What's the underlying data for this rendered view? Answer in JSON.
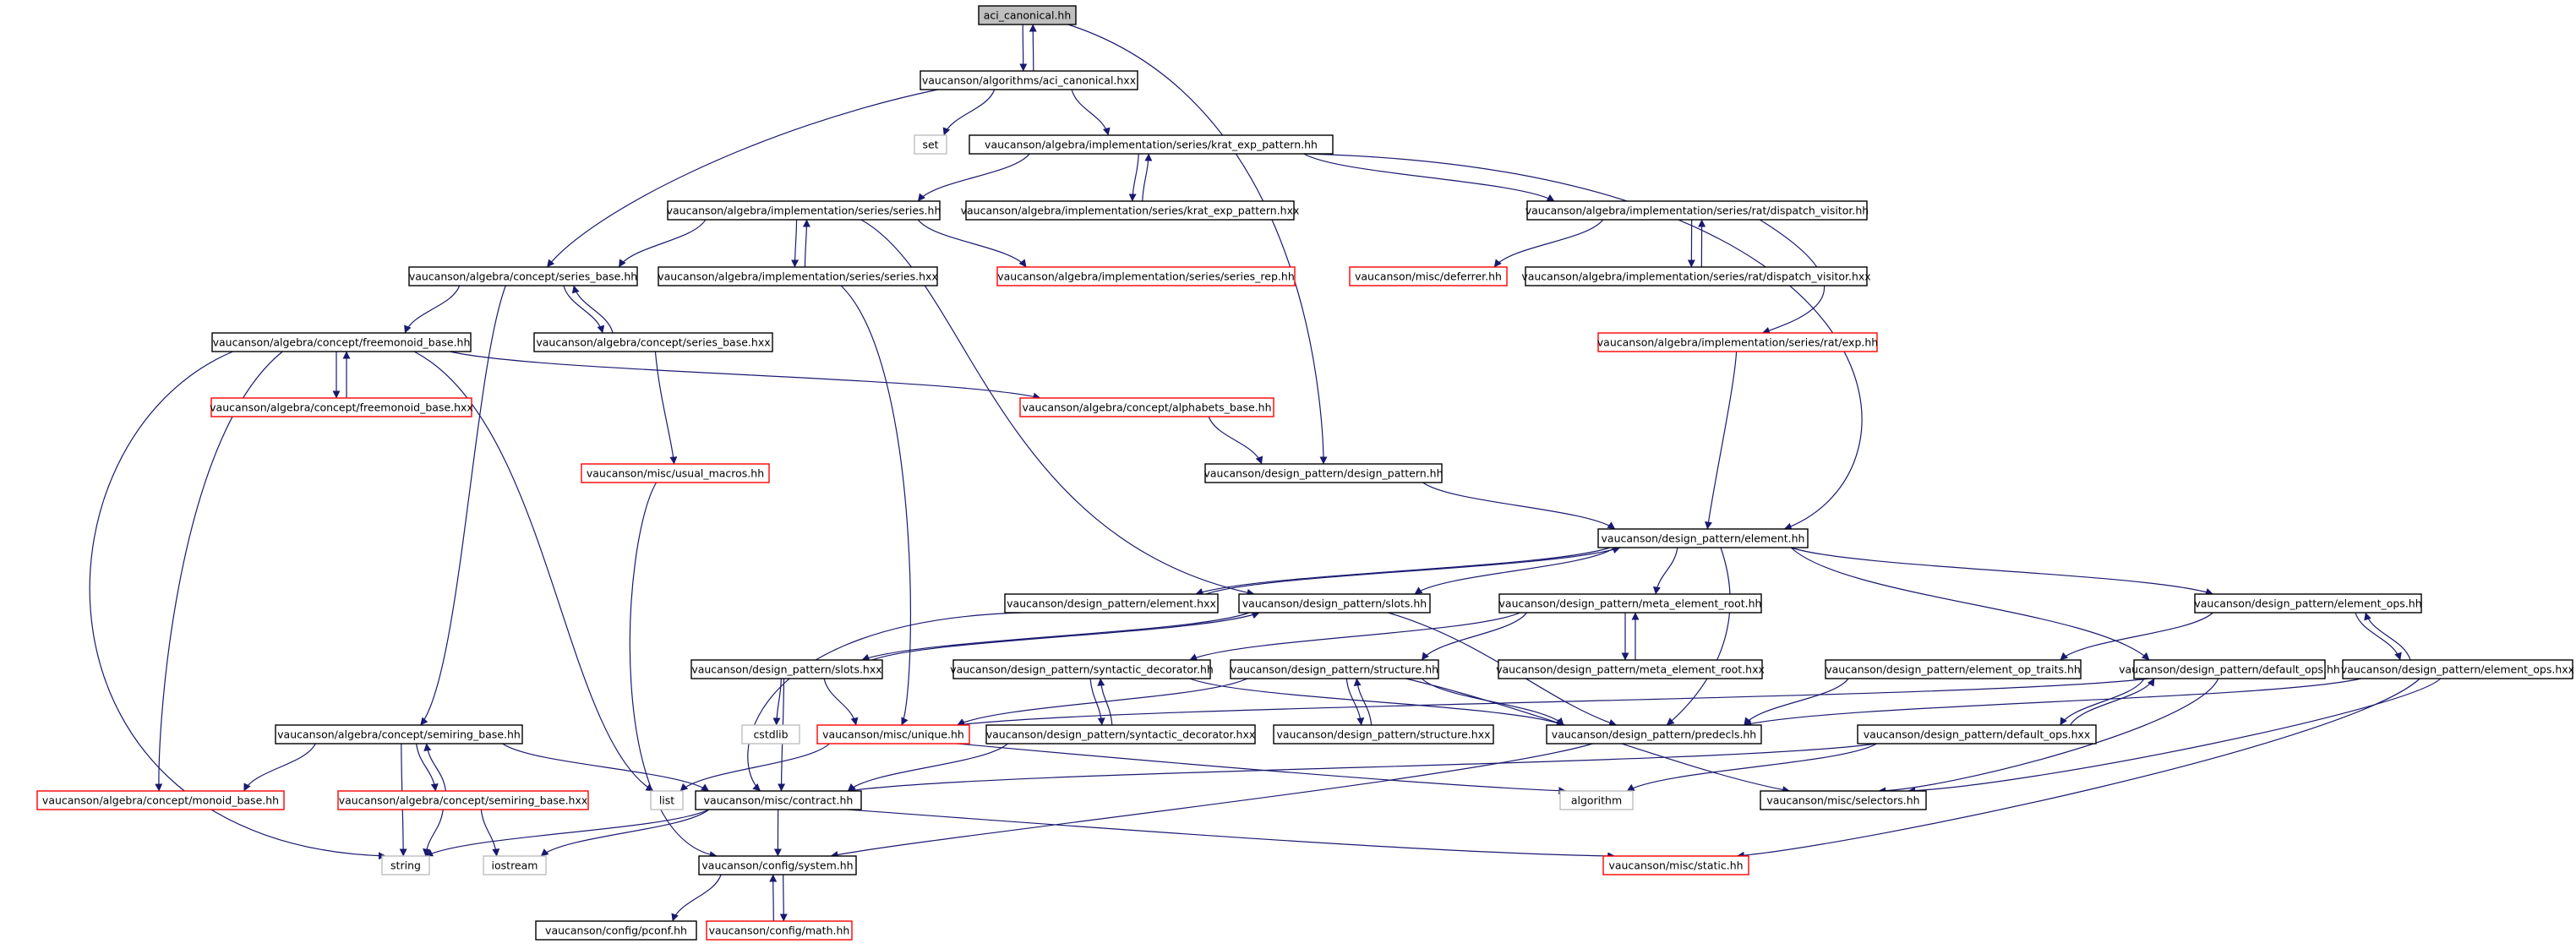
{
  "colors": {
    "edge": "#191970",
    "border_normal": "#000000",
    "border_external": "#bfbfbf",
    "border_truncated": "#ff0000",
    "fill_root": "#bfbfbf",
    "fill_default": "#ffffff"
  },
  "nodes": [
    {
      "id": "n_aci_hh",
      "label": "aci_canonical.hh",
      "kind": "root"
    },
    {
      "id": "n_aci_hxx",
      "label": "vaucanson/algorithms/aci_canonical.hxx",
      "kind": "normal"
    },
    {
      "id": "n_set",
      "label": "set",
      "kind": "external"
    },
    {
      "id": "n_krat_hh",
      "label": "vaucanson/algebra/implementation/series/krat_exp_pattern.hh",
      "kind": "normal"
    },
    {
      "id": "n_series_hh",
      "label": "vaucanson/algebra/implementation/series/series.hh",
      "kind": "normal"
    },
    {
      "id": "n_krat_hxx",
      "label": "vaucanson/algebra/implementation/series/krat_exp_pattern.hxx",
      "kind": "normal"
    },
    {
      "id": "n_dispatch_hh",
      "label": "vaucanson/algebra/implementation/series/rat/dispatch_visitor.hh",
      "kind": "normal"
    },
    {
      "id": "n_seriesbase_hh",
      "label": "vaucanson/algebra/concept/series_base.hh",
      "kind": "normal"
    },
    {
      "id": "n_series_hxx",
      "label": "vaucanson/algebra/implementation/series/series.hxx",
      "kind": "normal"
    },
    {
      "id": "n_series_rep",
      "label": "vaucanson/algebra/implementation/series/series_rep.hh",
      "kind": "truncated"
    },
    {
      "id": "n_deferrer",
      "label": "vaucanson/misc/deferrer.hh",
      "kind": "truncated"
    },
    {
      "id": "n_dispatch_hxx",
      "label": "vaucanson/algebra/implementation/series/rat/dispatch_visitor.hxx",
      "kind": "normal"
    },
    {
      "id": "n_freemonoid_hh",
      "label": "vaucanson/algebra/concept/freemonoid_base.hh",
      "kind": "normal"
    },
    {
      "id": "n_seriesbase_hxx",
      "label": "vaucanson/algebra/concept/series_base.hxx",
      "kind": "normal"
    },
    {
      "id": "n_exp_hh",
      "label": "vaucanson/algebra/implementation/series/rat/exp.hh",
      "kind": "truncated"
    },
    {
      "id": "n_freemonoid_hxx",
      "label": "vaucanson/algebra/concept/freemonoid_base.hxx",
      "kind": "truncated"
    },
    {
      "id": "n_alphabets",
      "label": "vaucanson/algebra/concept/alphabets_base.hh",
      "kind": "truncated"
    },
    {
      "id": "n_usual_macros",
      "label": "vaucanson/misc/usual_macros.hh",
      "kind": "truncated"
    },
    {
      "id": "n_design_pattern",
      "label": "vaucanson/design_pattern/design_pattern.hh",
      "kind": "normal"
    },
    {
      "id": "n_element_hh",
      "label": "vaucanson/design_pattern/element.hh",
      "kind": "normal"
    },
    {
      "id": "n_element_hxx",
      "label": "vaucanson/design_pattern/element.hxx",
      "kind": "normal"
    },
    {
      "id": "n_slots_hh",
      "label": "vaucanson/design_pattern/slots.hh",
      "kind": "normal"
    },
    {
      "id": "n_meta_root_hh",
      "label": "vaucanson/design_pattern/meta_element_root.hh",
      "kind": "normal"
    },
    {
      "id": "n_element_ops_hh",
      "label": "vaucanson/design_pattern/element_ops.hh",
      "kind": "normal"
    },
    {
      "id": "n_slots_hxx",
      "label": "vaucanson/design_pattern/slots.hxx",
      "kind": "normal"
    },
    {
      "id": "n_syntactic_hh",
      "label": "vaucanson/design_pattern/syntactic_decorator.hh",
      "kind": "normal"
    },
    {
      "id": "n_structure_hh",
      "label": "vaucanson/design_pattern/structure.hh",
      "kind": "normal"
    },
    {
      "id": "n_meta_root_hxx",
      "label": "vaucanson/design_pattern/meta_element_root.hxx",
      "kind": "normal"
    },
    {
      "id": "n_element_op_traits",
      "label": "vaucanson/design_pattern/element_op_traits.hh",
      "kind": "normal"
    },
    {
      "id": "n_default_ops_hh",
      "label": "vaucanson/design_pattern/default_ops.hh",
      "kind": "normal"
    },
    {
      "id": "n_element_ops_hxx",
      "label": "vaucanson/design_pattern/element_ops.hxx",
      "kind": "normal"
    },
    {
      "id": "n_cstdlib",
      "label": "cstdlib",
      "kind": "external"
    },
    {
      "id": "n_semiring_hh",
      "label": "vaucanson/algebra/concept/semiring_base.hh",
      "kind": "normal"
    },
    {
      "id": "n_unique",
      "label": "vaucanson/misc/unique.hh",
      "kind": "truncated"
    },
    {
      "id": "n_syntactic_hxx",
      "label": "vaucanson/design_pattern/syntactic_decorator.hxx",
      "kind": "normal"
    },
    {
      "id": "n_structure_hxx",
      "label": "vaucanson/design_pattern/structure.hxx",
      "kind": "normal"
    },
    {
      "id": "n_predecls",
      "label": "vaucanson/design_pattern/predecls.hh",
      "kind": "normal"
    },
    {
      "id": "n_default_ops_hxx",
      "label": "vaucanson/design_pattern/default_ops.hxx",
      "kind": "normal"
    },
    {
      "id": "n_monoid_base",
      "label": "vaucanson/algebra/concept/monoid_base.hh",
      "kind": "truncated"
    },
    {
      "id": "n_semiring_hxx",
      "label": "vaucanson/algebra/concept/semiring_base.hxx",
      "kind": "truncated"
    },
    {
      "id": "n_list",
      "label": "list",
      "kind": "external"
    },
    {
      "id": "n_contract",
      "label": "vaucanson/misc/contract.hh",
      "kind": "normal"
    },
    {
      "id": "n_algorithm",
      "label": "algorithm",
      "kind": "external"
    },
    {
      "id": "n_selectors",
      "label": "vaucanson/misc/selectors.hh",
      "kind": "normal"
    },
    {
      "id": "n_string",
      "label": "string",
      "kind": "external"
    },
    {
      "id": "n_iostream",
      "label": "iostream",
      "kind": "external"
    },
    {
      "id": "n_system",
      "label": "vaucanson/config/system.hh",
      "kind": "normal"
    },
    {
      "id": "n_static",
      "label": "vaucanson/misc/static.hh",
      "kind": "truncated"
    },
    {
      "id": "n_pconf",
      "label": "vaucanson/config/pconf.hh",
      "kind": "normal"
    },
    {
      "id": "n_math",
      "label": "vaucanson/config/math.hh",
      "kind": "truncated"
    }
  ],
  "edges": [
    [
      "n_aci_hh",
      "n_aci_hxx"
    ],
    [
      "n_aci_hxx",
      "n_aci_hh"
    ],
    [
      "n_aci_hh",
      "n_design_pattern"
    ],
    [
      "n_aci_hxx",
      "n_set"
    ],
    [
      "n_aci_hxx",
      "n_krat_hh"
    ],
    [
      "n_aci_hxx",
      "n_seriesbase_hh"
    ],
    [
      "n_krat_hh",
      "n_series_hh"
    ],
    [
      "n_krat_hh",
      "n_krat_hxx"
    ],
    [
      "n_krat_hxx",
      "n_krat_hh"
    ],
    [
      "n_krat_hh",
      "n_dispatch_hh"
    ],
    [
      "n_krat_hh",
      "n_element_hh"
    ],
    [
      "n_series_hh",
      "n_seriesbase_hh"
    ],
    [
      "n_series_hh",
      "n_series_hxx"
    ],
    [
      "n_series_hxx",
      "n_series_hh"
    ],
    [
      "n_series_hh",
      "n_series_rep"
    ],
    [
      "n_series_hh",
      "n_slots_hh"
    ],
    [
      "n_series_hxx",
      "n_unique"
    ],
    [
      "n_dispatch_hh",
      "n_deferrer"
    ],
    [
      "n_dispatch_hh",
      "n_dispatch_hxx"
    ],
    [
      "n_dispatch_hxx",
      "n_dispatch_hh"
    ],
    [
      "n_dispatch_hh",
      "n_exp_hh"
    ],
    [
      "n_exp_hh",
      "n_element_hh"
    ],
    [
      "n_seriesbase_hh",
      "n_freemonoid_hh"
    ],
    [
      "n_seriesbase_hh",
      "n_seriesbase_hxx"
    ],
    [
      "n_seriesbase_hxx",
      "n_seriesbase_hh"
    ],
    [
      "n_seriesbase_hh",
      "n_semiring_hh"
    ],
    [
      "n_seriesbase_hxx",
      "n_usual_macros"
    ],
    [
      "n_freemonoid_hh",
      "n_freemonoid_hxx"
    ],
    [
      "n_freemonoid_hxx",
      "n_freemonoid_hh"
    ],
    [
      "n_freemonoid_hh",
      "n_alphabets"
    ],
    [
      "n_freemonoid_hh",
      "n_monoid_base"
    ],
    [
      "n_freemonoid_hh",
      "n_string"
    ],
    [
      "n_freemonoid_hh",
      "n_list"
    ],
    [
      "n_alphabets",
      "n_design_pattern"
    ],
    [
      "n_design_pattern",
      "n_element_hh"
    ],
    [
      "n_usual_macros",
      "n_system"
    ],
    [
      "n_element_hh",
      "n_element_hxx"
    ],
    [
      "n_element_hxx",
      "n_element_hh"
    ],
    [
      "n_element_hh",
      "n_slots_hh"
    ],
    [
      "n_element_hh",
      "n_meta_root_hh"
    ],
    [
      "n_element_hh",
      "n_element_ops_hh"
    ],
    [
      "n_element_hh",
      "n_default_ops_hh"
    ],
    [
      "n_element_hh",
      "n_predecls"
    ],
    [
      "n_element_hxx",
      "n_contract"
    ],
    [
      "n_slots_hh",
      "n_slots_hxx"
    ],
    [
      "n_slots_hxx",
      "n_slots_hh"
    ],
    [
      "n_slots_hh",
      "n_predecls"
    ],
    [
      "n_slots_hxx",
      "n_cstdlib"
    ],
    [
      "n_slots_hxx",
      "n_unique"
    ],
    [
      "n_slots_hxx",
      "n_contract"
    ],
    [
      "n_meta_root_hh",
      "n_syntactic_hh"
    ],
    [
      "n_meta_root_hh",
      "n_structure_hh"
    ],
    [
      "n_meta_root_hh",
      "n_meta_root_hxx"
    ],
    [
      "n_meta_root_hxx",
      "n_meta_root_hh"
    ],
    [
      "n_element_ops_hh",
      "n_element_op_traits"
    ],
    [
      "n_element_ops_hh",
      "n_element_ops_hxx"
    ],
    [
      "n_element_ops_hxx",
      "n_element_ops_hh"
    ],
    [
      "n_element_ops_hxx",
      "n_selectors"
    ],
    [
      "n_element_ops_hxx",
      "n_static"
    ],
    [
      "n_element_ops_hxx",
      "n_predecls"
    ],
    [
      "n_syntactic_hh",
      "n_syntactic_hxx"
    ],
    [
      "n_syntactic_hxx",
      "n_syntactic_hh"
    ],
    [
      "n_syntactic_hh",
      "n_predecls"
    ],
    [
      "n_syntactic_hxx",
      "n_contract"
    ],
    [
      "n_structure_hh",
      "n_structure_hxx"
    ],
    [
      "n_structure_hxx",
      "n_structure_hh"
    ],
    [
      "n_structure_hh",
      "n_predecls"
    ],
    [
      "n_structure_hh",
      "n_unique"
    ],
    [
      "n_structure_hh",
      "n_selectors"
    ],
    [
      "n_element_op_traits",
      "n_predecls"
    ],
    [
      "n_default_ops_hh",
      "n_default_ops_hxx"
    ],
    [
      "n_default_ops_hxx",
      "n_default_ops_hh"
    ],
    [
      "n_default_ops_hh",
      "n_unique"
    ],
    [
      "n_default_ops_hh",
      "n_selectors"
    ],
    [
      "n_default_ops_hxx",
      "n_contract"
    ],
    [
      "n_default_ops_hxx",
      "n_algorithm"
    ],
    [
      "n_semiring_hh",
      "n_semiring_hxx"
    ],
    [
      "n_semiring_hxx",
      "n_semiring_hh"
    ],
    [
      "n_semiring_hh",
      "n_monoid_base"
    ],
    [
      "n_semiring_hh",
      "n_string"
    ],
    [
      "n_semiring_hh",
      "n_contract"
    ],
    [
      "n_semiring_hxx",
      "n_string"
    ],
    [
      "n_semiring_hxx",
      "n_iostream"
    ],
    [
      "n_unique",
      "n_list"
    ],
    [
      "n_unique",
      "n_algorithm"
    ],
    [
      "n_predecls",
      "n_system"
    ],
    [
      "n_contract",
      "n_string"
    ],
    [
      "n_contract",
      "n_iostream"
    ],
    [
      "n_contract",
      "n_system"
    ],
    [
      "n_contract",
      "n_static"
    ],
    [
      "n_system",
      "n_pconf"
    ],
    [
      "n_system",
      "n_math"
    ],
    [
      "n_math",
      "n_system"
    ]
  ]
}
